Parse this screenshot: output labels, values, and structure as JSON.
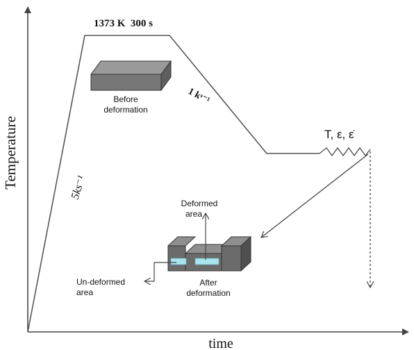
{
  "axes": {
    "y_label": "Temperature",
    "x_label": "time"
  },
  "labels": {
    "hold": "1373 K  300 s",
    "heating_rate": "5ks⁻¹",
    "cooling_rate": "1 kˢ⁻¹",
    "deform_params": "T, ε, ε̇",
    "before_line1": "Before",
    "before_line2": "deformation",
    "deformed_area_line1": "Deformed",
    "deformed_area_line2": "area",
    "undeformed_area_line1": "Un-deformed",
    "undeformed_area_line2": "area",
    "after_line1": "After",
    "after_line2": "deformation"
  },
  "colors": {
    "line": "#555555",
    "block_gray": "#777777",
    "specimen_gray": "#6b6b6b",
    "region_cyan": "#a8e6ee"
  }
}
